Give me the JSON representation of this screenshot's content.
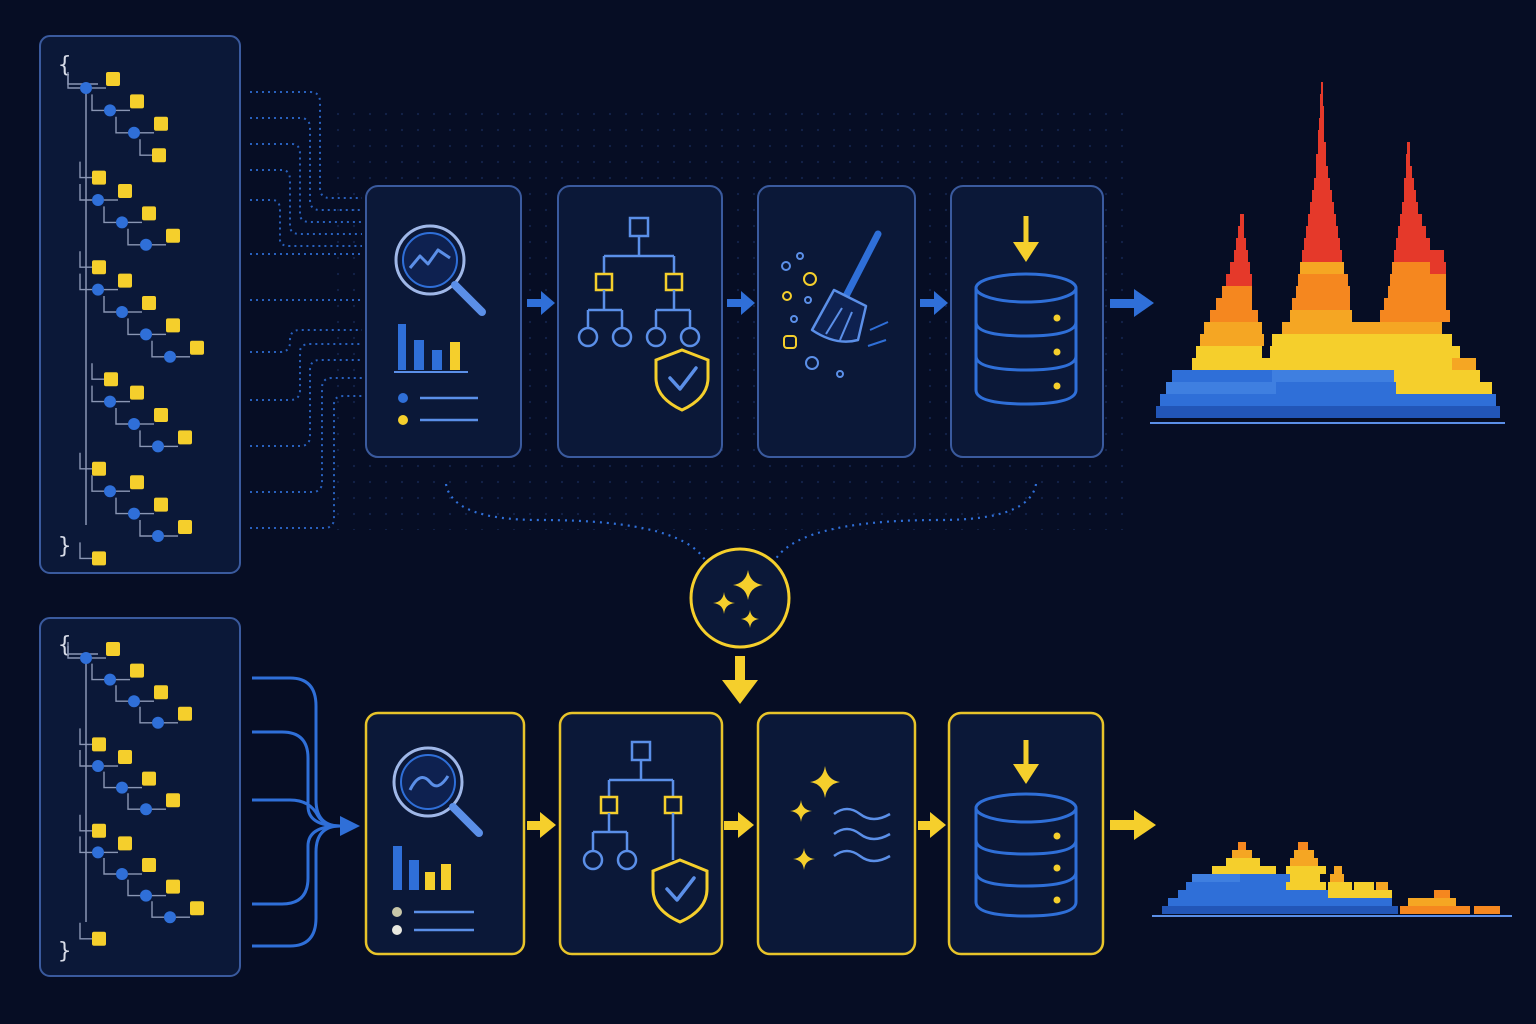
{
  "theme": {
    "background": "#060d24",
    "panel_fill": "#0b1838",
    "blue": "#2f6fd8",
    "blue_light": "#5b8fe8",
    "yellow": "#f5cf2c",
    "orange": "#f59a22",
    "red": "#e53a2c",
    "panel_border_blue": "#3a5a9e",
    "panel_border_yellow": "#e8c42a"
  },
  "code_blocks": {
    "top": {
      "open": "{",
      "close": "}"
    },
    "bottom": {
      "open": "{",
      "close": "}"
    }
  },
  "top_pipeline": {
    "stages": [
      {
        "id": "analyze",
        "icons": [
          "magnifier-chart-icon",
          "bar-chart-icon",
          "list-icon"
        ]
      },
      {
        "id": "structure",
        "icons": [
          "hierarchy-icon",
          "shield-check-icon"
        ]
      },
      {
        "id": "clean",
        "icons": [
          "broom-icon",
          "particles-icon"
        ]
      },
      {
        "id": "store",
        "icons": [
          "down-arrow-icon",
          "database-icon"
        ]
      }
    ],
    "output": "tall-distribution",
    "accent": "#2f6fd8"
  },
  "optimizer": {
    "icon": "sparkles-icon",
    "accent": "#f5cf2c"
  },
  "bottom_pipeline": {
    "stages": [
      {
        "id": "analyze",
        "icons": [
          "magnifier-chart-icon",
          "bar-chart-icon",
          "list-icon"
        ]
      },
      {
        "id": "structure",
        "icons": [
          "hierarchy-icon",
          "shield-check-icon"
        ]
      },
      {
        "id": "refine",
        "icons": [
          "sparkles-icon",
          "waves-icon"
        ]
      },
      {
        "id": "store",
        "icons": [
          "down-arrow-icon",
          "database-icon"
        ]
      }
    ],
    "output": "short-distribution",
    "accent": "#f5cf2c"
  }
}
